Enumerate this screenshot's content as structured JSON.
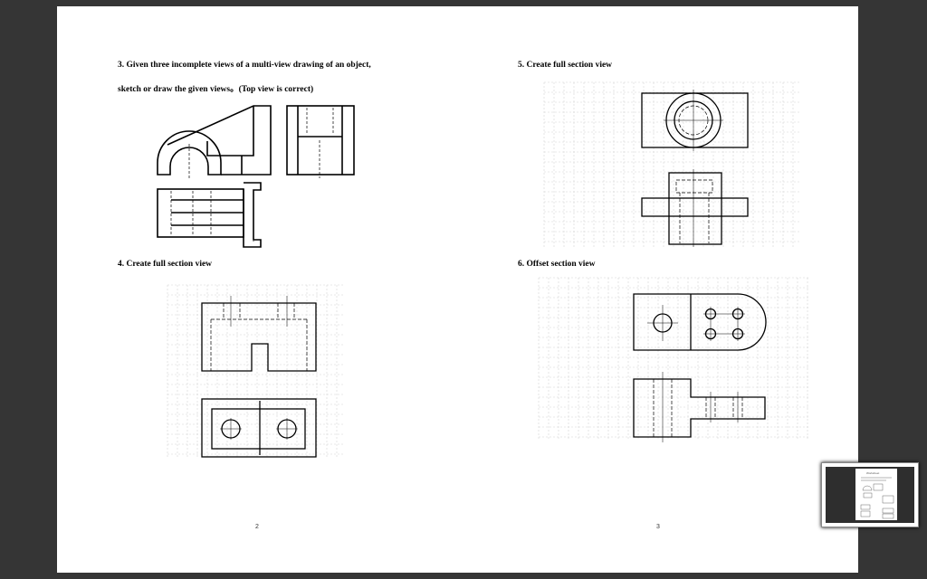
{
  "page_left": {
    "q3_line1": "3. Given three incomplete views of a multi-view drawing of an object,",
    "q3_line2": "sketch or draw the given views。(Top view is correct)",
    "q4_title": "4. Create full section view",
    "page_number": "2"
  },
  "page_right": {
    "q5_title": "5. Create full section view",
    "q6_title": "6. Offset section view",
    "page_number": "3"
  },
  "thumbnail": {
    "title": "Worksheet"
  },
  "colors": {
    "viewer_background": "#353535",
    "page": "#ffffff",
    "ink": "#000000",
    "grid": "#d3d3d3"
  }
}
